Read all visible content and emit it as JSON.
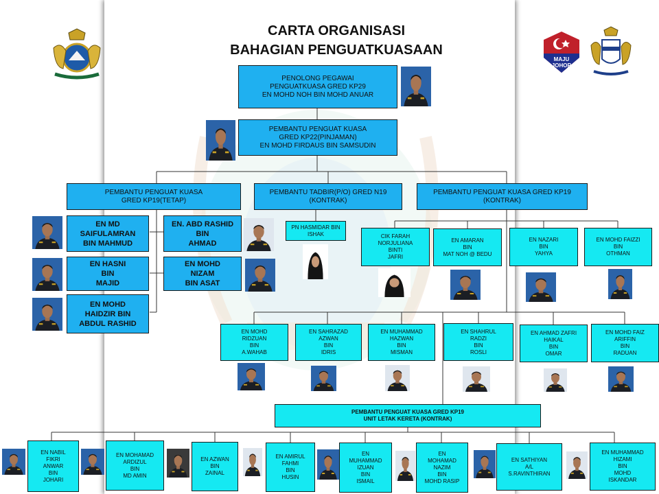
{
  "title": {
    "line1": "CARTA ORGANISASI",
    "line2": "BAHAGIAN PENGUATKUASAAN"
  },
  "logos": {
    "left_crest": "johor-crest-icon",
    "maju_text": "MAJU\nJOHOR",
    "maju_label": "MAJU JOHOR",
    "right_crest": "state-crest-icon"
  },
  "colors": {
    "blue": "#1fb0f0",
    "cyan": "#15e9f2",
    "line": "#333333"
  },
  "top": {
    "head": [
      "PENOLONG PEGAWAI",
      "PENGUATKUASA GRED KP29",
      "EN MOHD NOH BIN MOHD ANUAR"
    ],
    "deputy": [
      "PEMBANTU PENGUAT KUASA",
      "GRED KP22(PINJAMAN)",
      "EN MOHD FIRDAUS BIN SAMSUDIN"
    ]
  },
  "groups": {
    "kp19_tetap": [
      "PEMBANTU PENGUAT KUASA",
      "GRED KP19(TETAP)"
    ],
    "tadbir": [
      "PEMBANTU TADBIR(P/O) GRED N19",
      "(KONTRAK)"
    ],
    "kp19_kontrak": [
      "PEMBANTU PENGUAT KUASA GRED KP19",
      "(KONTRAK)"
    ],
    "letak_kereta": [
      "PEMBANTU PENGUAT KUASA GRED KP19",
      "UNIT LETAK KERETA (KONTRAK)"
    ]
  },
  "tetap_staff": [
    [
      "EN MD",
      "SAIFULAMRAN",
      "BIN MAHMUD"
    ],
    [
      "EN. ABD RASHID",
      "BIN",
      "AHMAD"
    ],
    [
      "EN HASNI",
      "BIN",
      "MAJID"
    ],
    [
      "EN MOHD",
      "NIZAM",
      "BIN ASAT"
    ],
    [
      "EN MOHD",
      "HAIDZIR BIN",
      "ABDUL RASHID"
    ]
  ],
  "tadbir_staff": [
    [
      "PN HASMIDAR BIN",
      "ISHAK"
    ]
  ],
  "kontrak_row1": [
    [
      "CIK FARAH",
      "NORJULIANA",
      "BINTI",
      "JAFRI"
    ],
    [
      "EN AMARAN",
      "BIN",
      "MAT NOH @ BEDU"
    ],
    [
      "EN NAZARI",
      "BIN",
      "YAHYA"
    ],
    [
      "EN MOHD FAIZZI",
      "BIN",
      "OTHMAN"
    ]
  ],
  "kontrak_row2": [
    [
      "EN MOHD",
      "RIDZUAN",
      "BIN",
      "A.WAHAB"
    ],
    [
      "EN SAHRAZAD",
      "AZWAN",
      "BIN",
      "IDRIS"
    ],
    [
      "EN MUHAMMAD",
      "HAZWAN",
      "BIN",
      "MISMAN"
    ],
    [
      "EN SHAHRUL",
      "RADZI",
      "BIN",
      "ROSLI"
    ],
    [
      "EN AHMAD ZAFRI",
      "HAIKAL",
      "BIN",
      "OMAR"
    ],
    [
      "EN MOHD FAIZ",
      "ARIFFIN",
      "BIN",
      "RADUAN"
    ]
  ],
  "parking_staff": [
    [
      "EN NABIL",
      "FIKRI",
      "ANWAR",
      "BIN",
      "JOHARI"
    ],
    [
      "EN MOHAMAD",
      "ARDIZUL",
      "BIN",
      "MD AMIN"
    ],
    [
      "EN AZWAN",
      "BIN",
      "ZAINAL"
    ],
    [
      "EN AMIRUL",
      "FAHMI",
      "BIN",
      "HUSIN"
    ],
    [
      "EN",
      "MUHAMMAD",
      "IZUAN",
      "BIN",
      "ISMAIL"
    ],
    [
      "EN",
      "MOHAMAD",
      "NAZIM",
      "BIN",
      "MOHD RASIP"
    ],
    [
      "EN SATHIYAN",
      "A/L",
      "S.RAVINTHIRAN"
    ],
    [
      "EN MUHAMMAD",
      "HIZAMI",
      "BIN",
      "MOHD",
      "ISKANDAR"
    ]
  ]
}
